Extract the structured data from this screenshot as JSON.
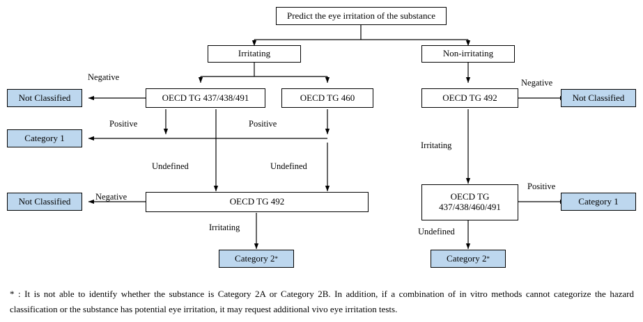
{
  "diagram": {
    "title_node": {
      "label": "Predict the eye irritation of the substance"
    },
    "nodes": [
      {
        "id": "root",
        "label": "Predict the eye irritation of the substance",
        "filled": false
      },
      {
        "id": "irritating",
        "label": "Irritating",
        "filled": false
      },
      {
        "id": "nonirritating",
        "label": "Non-irritating",
        "filled": false
      },
      {
        "id": "tg437438491",
        "label": "OECD TG 437/438/491",
        "filled": false
      },
      {
        "id": "tg460",
        "label": "OECD TG 460",
        "filled": false
      },
      {
        "id": "tg492right",
        "label": "OECD TG 492",
        "filled": false
      },
      {
        "id": "nc-left-top",
        "label": "Not Classified",
        "filled": true
      },
      {
        "id": "nc-right-top",
        "label": "Not Classified",
        "filled": true
      },
      {
        "id": "cat1-left",
        "label": "Category 1",
        "filled": true
      },
      {
        "id": "tg492bottom",
        "label": "OECD TG 492",
        "filled": false
      },
      {
        "id": "nc-left-bottom",
        "label": "Not Classified",
        "filled": true
      },
      {
        "id": "cat2-left",
        "label": "Category 2",
        "suffix": "*",
        "filled": true
      },
      {
        "id": "tg-multi-right",
        "line1": "OECD TG",
        "line2": "437/438/460/491",
        "filled": false
      },
      {
        "id": "cat1-right",
        "label": "Category 1",
        "filled": true
      },
      {
        "id": "cat2-right",
        "label": "Category 2",
        "suffix": "*",
        "filled": true
      }
    ],
    "edge_labels": {
      "negative_left_top": "Negative",
      "negative_right_top": "Negative",
      "positive_left": "Positive",
      "positive_middle": "Positive",
      "undefined_left": "Undefined",
      "undefined_middle": "Undefined",
      "negative_left_bottom": "Negative",
      "irritating_bottom_left": "Irritating",
      "irritating_right": "Irritating",
      "positive_right": "Positive",
      "undefined_right": "Undefined"
    },
    "footnote": "* : It is not able to identify whether the substance is Category 2A or Category 2B. In addition, if a combination of in vitro methods cannot categorize the hazard classification or the substance has potential eye irritation, it may request additional vivo eye irritation tests.",
    "colors": {
      "fill_blue": "#bdd7ee",
      "line": "#000000",
      "background": "#ffffff",
      "text": "#000000"
    }
  }
}
